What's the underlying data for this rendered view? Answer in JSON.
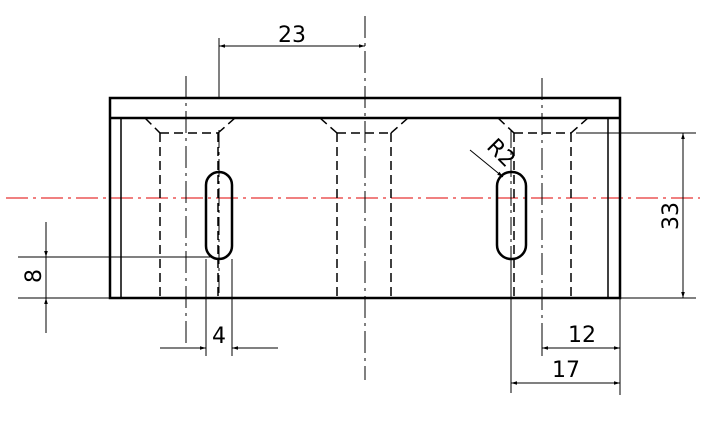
{
  "drawing": {
    "dimensions": {
      "top_width": "23",
      "right_height": "33",
      "left_offset": "8",
      "slot_width": "4",
      "right_offset_inner": "12",
      "right_offset_outer": "17",
      "slot_radius": "R2"
    },
    "colors": {
      "outline": "#000000",
      "center_line": "#e00000",
      "background": "#ffffff"
    }
  }
}
